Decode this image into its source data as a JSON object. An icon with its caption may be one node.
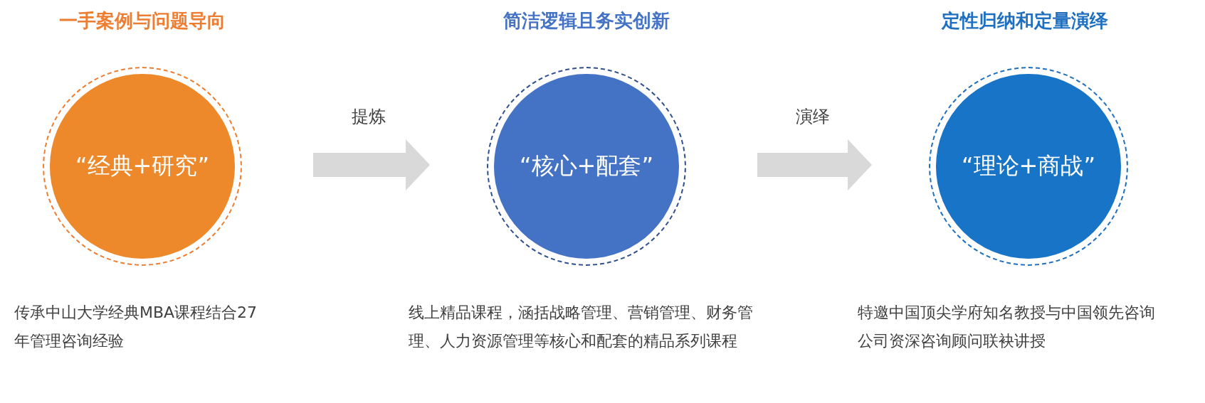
{
  "diagram": {
    "nodes": [
      {
        "text": [
          "一手案例与问题导向",
          "“经典+研究”"
        ],
        "beside": [
          "传承中山大学经典MBA课程结合27年管理咨询经验"
        ]
      },
      {
        "text": [
          "简洁逻辑且务实创新",
          "“核心+配套”"
        ],
        "beside": [
          "线上精品课程，涵括战略管理、营销管理、财务管理、人力资源管理等核心和配套的精品系列课程"
        ]
      },
      {
        "text": [
          "定性归纳和定量演绎",
          "“理论+商战”"
        ],
        "beside": [
          "特邀中国顶尖学府知名教授与中国领先咨询公司资深咨询顾问联袂讲授"
        ]
      }
    ],
    "edges": [
      {
        "from": 0,
        "to": 1,
        "arrow": "to",
        "label": "提炼"
      },
      {
        "from": 1,
        "to": 2,
        "arrow": "to",
        "label": "演绎"
      }
    ]
  }
}
